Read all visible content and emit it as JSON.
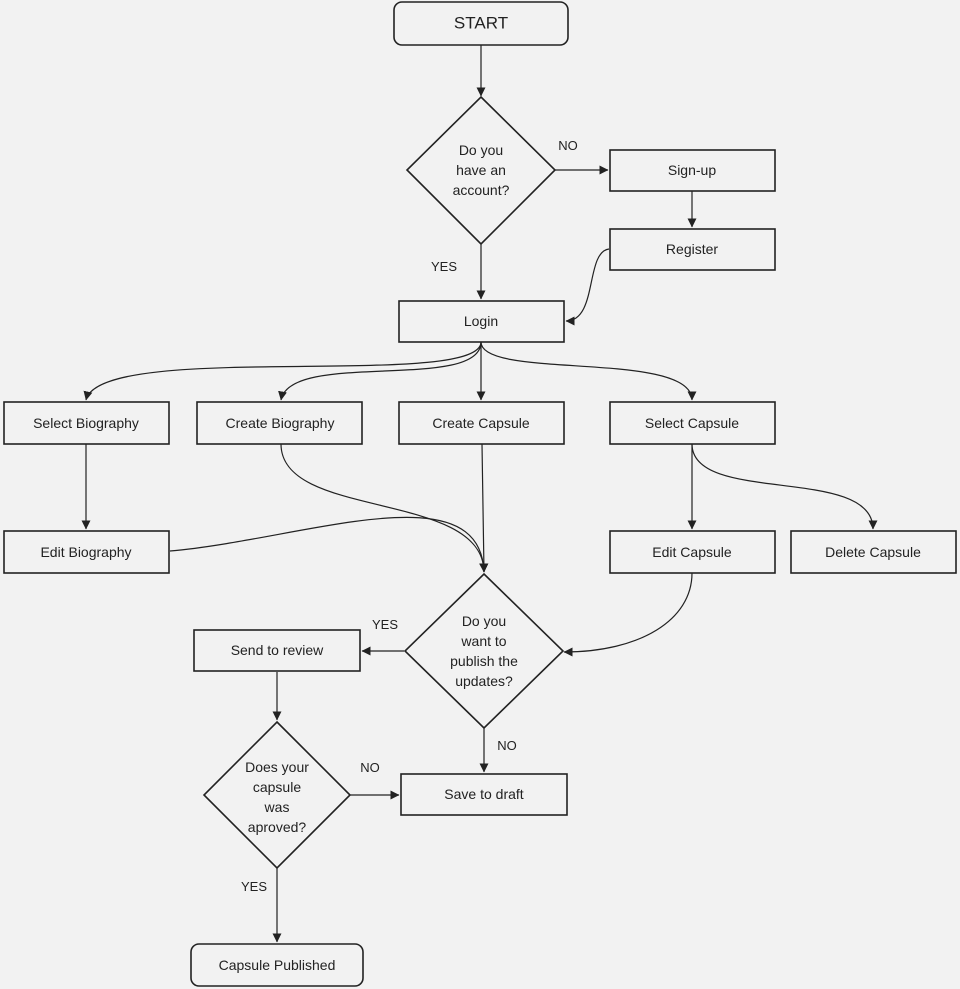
{
  "nodes": {
    "start": {
      "lines": [
        "START"
      ]
    },
    "has_account": {
      "lines": [
        "Do you",
        "have an",
        "account?"
      ]
    },
    "signup": {
      "lines": [
        "Sign-up"
      ]
    },
    "register": {
      "lines": [
        "Register"
      ]
    },
    "login": {
      "lines": [
        "Login"
      ]
    },
    "select_biography": {
      "lines": [
        "Select Biography"
      ]
    },
    "create_biography": {
      "lines": [
        "Create Biography"
      ]
    },
    "create_capsule": {
      "lines": [
        "Create Capsule"
      ]
    },
    "select_capsule": {
      "lines": [
        "Select Capsule"
      ]
    },
    "edit_biography": {
      "lines": [
        "Edit Biography"
      ]
    },
    "edit_capsule": {
      "lines": [
        "Edit Capsule"
      ]
    },
    "delete_capsule": {
      "lines": [
        "Delete Capsule"
      ]
    },
    "publish_updates": {
      "lines": [
        "Do you",
        "want to",
        "publish the",
        "updates?"
      ]
    },
    "send_to_review": {
      "lines": [
        "Send to review"
      ]
    },
    "capsule_approved": {
      "lines": [
        "Does your",
        "capsule",
        "was",
        "aproved?"
      ]
    },
    "save_to_draft": {
      "lines": [
        "Save to draft"
      ]
    },
    "capsule_published": {
      "lines": [
        "Capsule Published"
      ]
    }
  },
  "edge_labels": {
    "account_no": "NO",
    "account_yes": "YES",
    "publish_yes": "YES",
    "publish_no": "NO",
    "approved_no": "NO",
    "approved_yes": "YES"
  }
}
